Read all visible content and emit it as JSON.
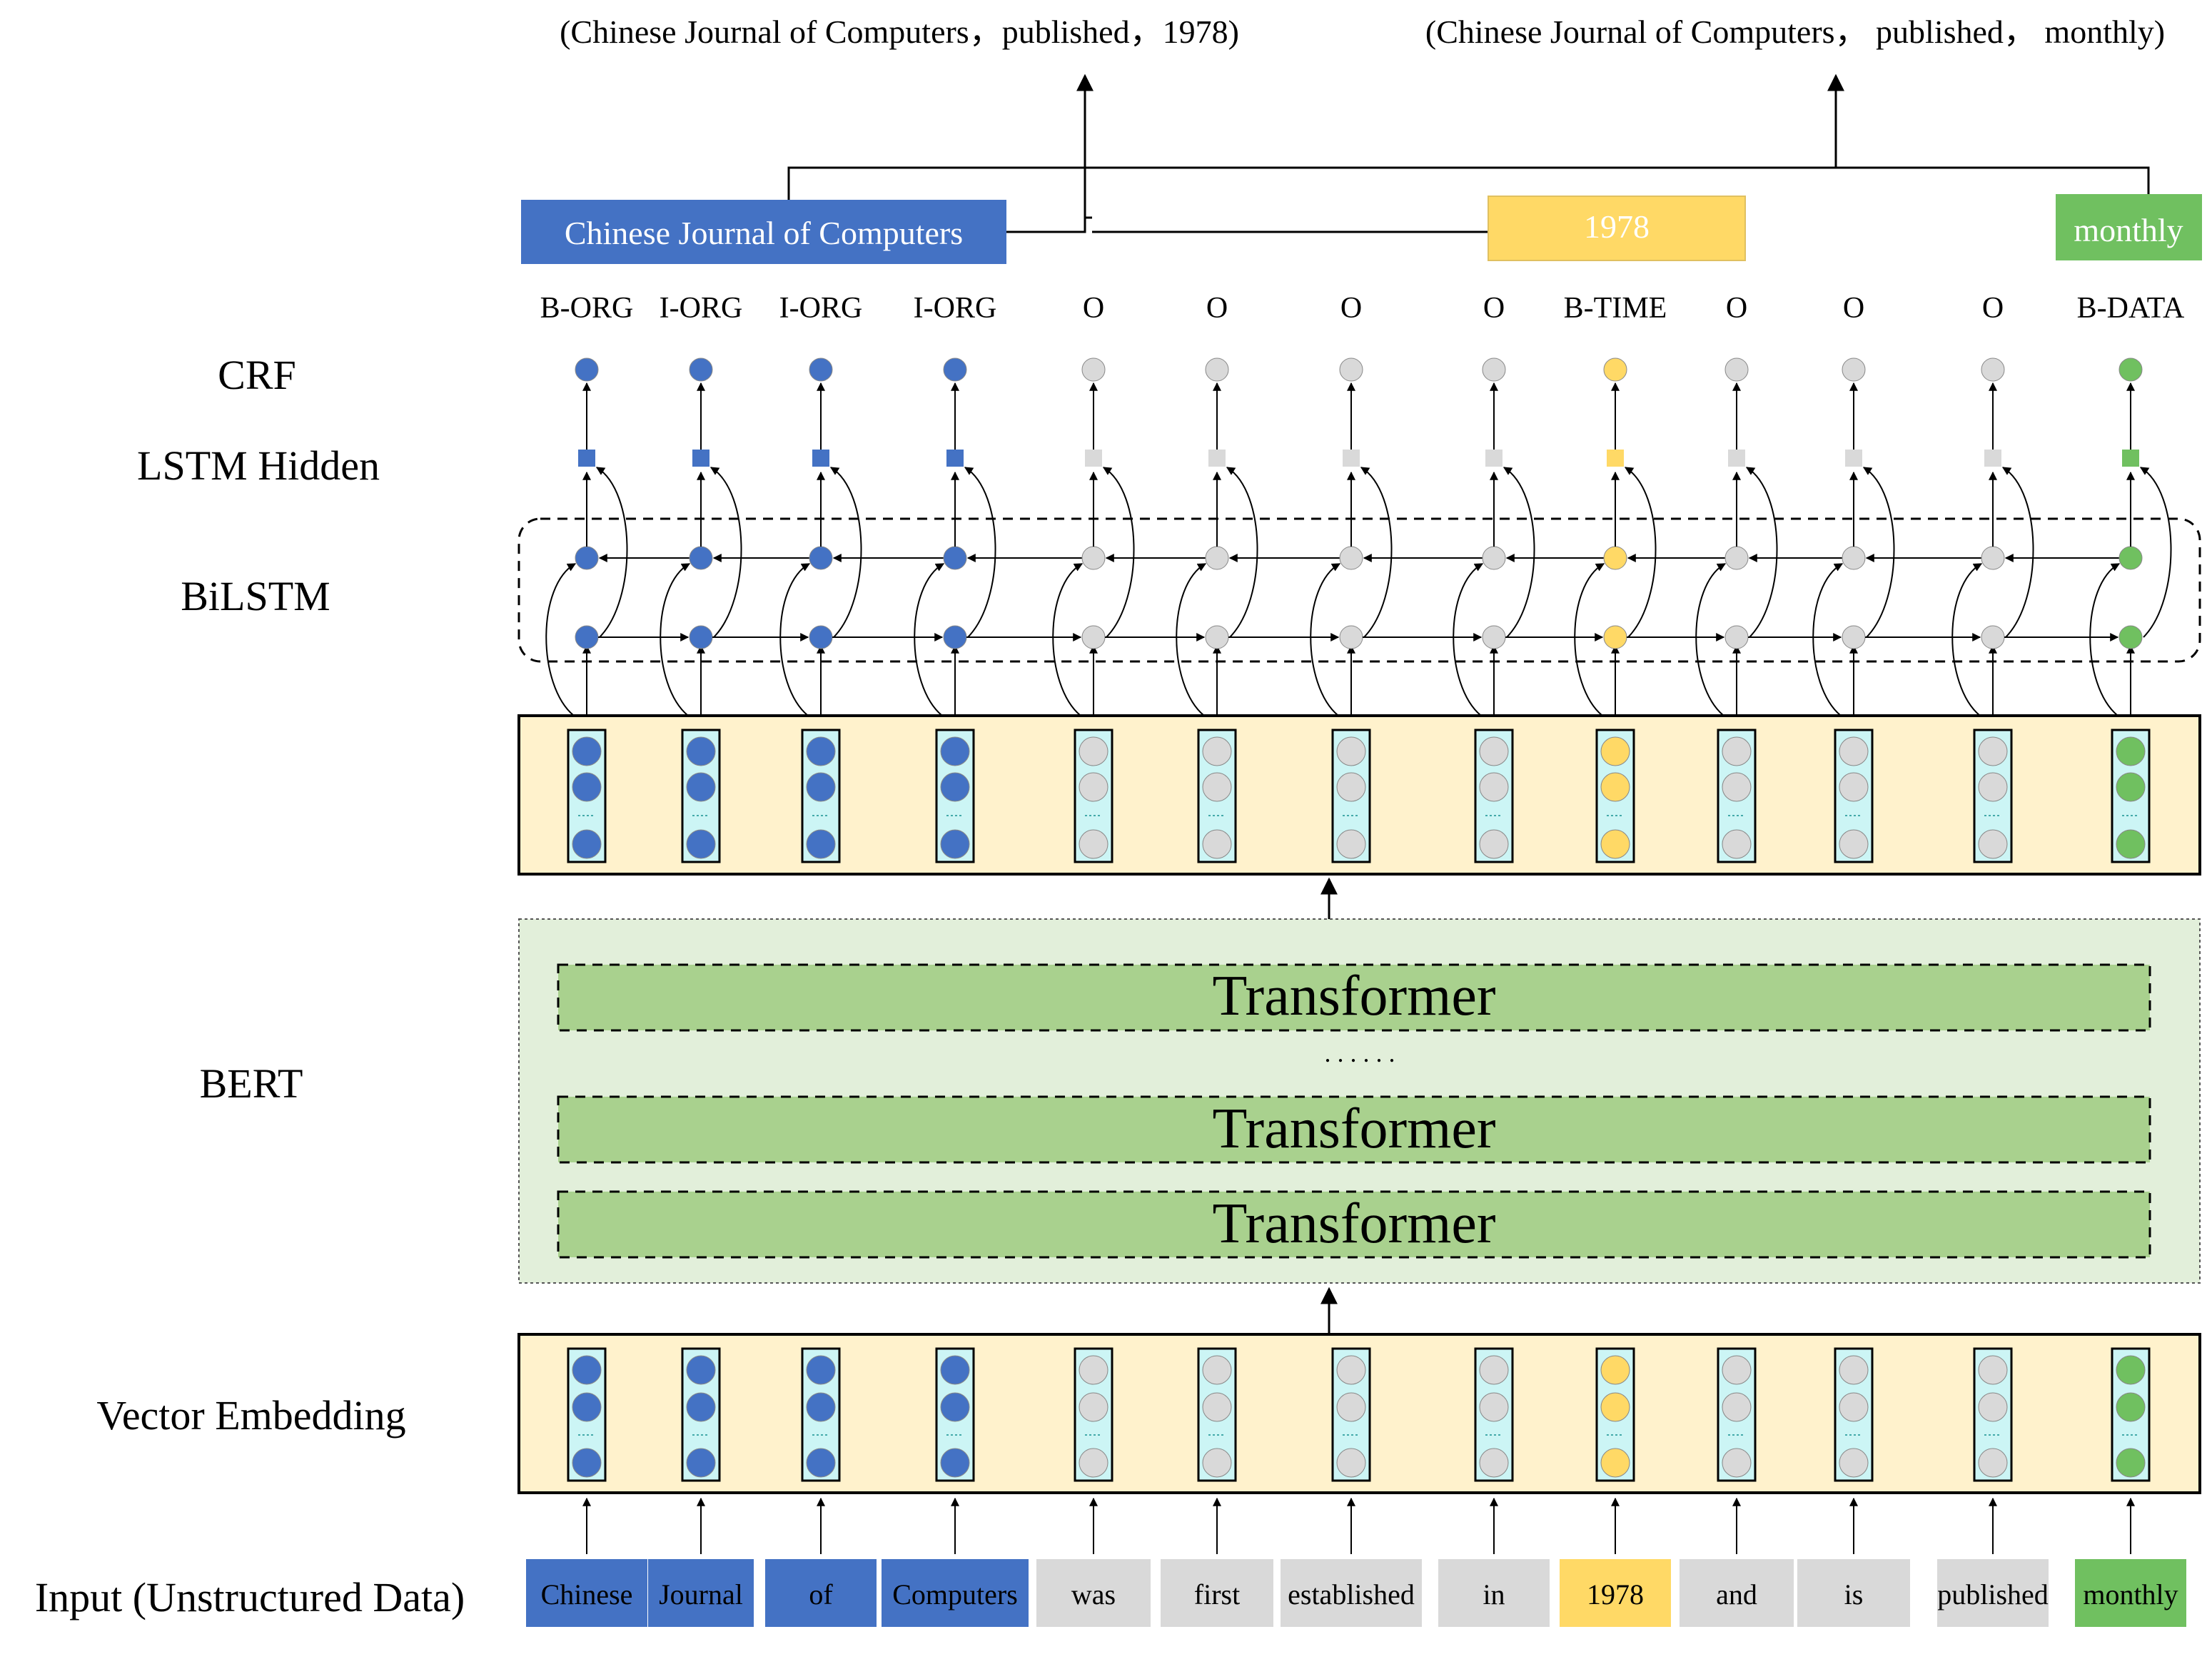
{
  "layers": {
    "crf": "CRF",
    "lstm_hidden": "LSTM Hidden",
    "bilstm": "BiLSTM",
    "bert": "BERT",
    "vector_embedding": "Vector Embedding",
    "input": "Input (Unstructured Data)"
  },
  "triples": [
    "(Chinese Journal of Computers，published，1978)",
    "(Chinese Journal of Computers， published， monthly)"
  ],
  "entities": [
    {
      "text": "Chinese Journal of Computers",
      "type": "org"
    },
    {
      "text": "1978",
      "type": "time"
    },
    {
      "text": "monthly",
      "type": "data"
    }
  ],
  "transformer_label": "Transformer",
  "ellipsis": ". . . . . .",
  "tokens": [
    {
      "word": "Chinese",
      "tag": "B-ORG",
      "type": "org"
    },
    {
      "word": "Journal",
      "tag": "I-ORG",
      "type": "org"
    },
    {
      "word": "of",
      "tag": "I-ORG",
      "type": "org"
    },
    {
      "word": "Computers",
      "tag": "I-ORG",
      "type": "org"
    },
    {
      "word": "was",
      "tag": "O",
      "type": "o"
    },
    {
      "word": "first",
      "tag": "O",
      "type": "o"
    },
    {
      "word": "established",
      "tag": "O",
      "type": "o"
    },
    {
      "word": "in",
      "tag": "O",
      "type": "o"
    },
    {
      "word": "1978",
      "tag": "B-TIME",
      "type": "time"
    },
    {
      "word": "and",
      "tag": "O",
      "type": "o"
    },
    {
      "word": "is",
      "tag": "O",
      "type": "o"
    },
    {
      "word": "published",
      "tag": "O",
      "type": "o"
    },
    {
      "word": "monthly",
      "tag": "B-DATA",
      "type": "data"
    }
  ],
  "colors": {
    "org": "#4472C4",
    "time": "#FFD966",
    "data": "#70C060",
    "o": "#D9D9D9",
    "vector_panel": "#FFF2CC",
    "vector_column": "#CCF5F5",
    "bert_panel": "#E2EFDA",
    "transformer_block": "#A9D18E"
  }
}
